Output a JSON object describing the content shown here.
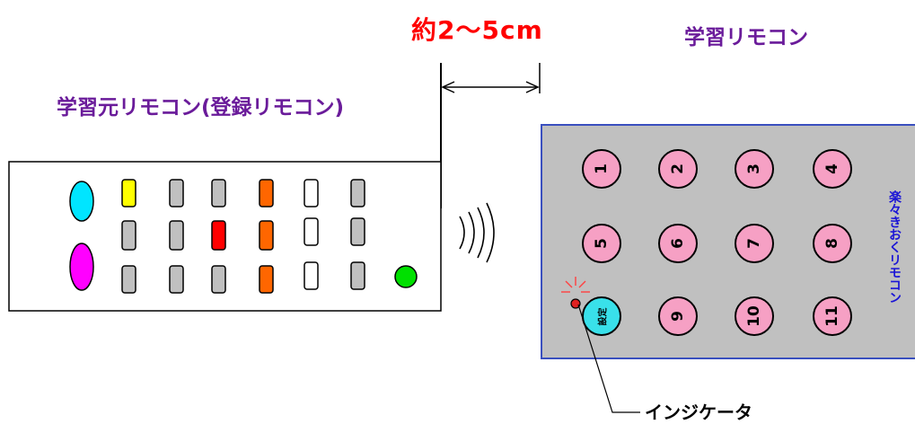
{
  "labels": {
    "distance": "約2～5cm",
    "learning_remote": "学習リモコン",
    "source_remote": "学習元リモコン(登録リモコン)",
    "indicator": "インジケータ",
    "side_text": "楽々きおくリモコン"
  },
  "learning_remote": {
    "buttons": [
      "1",
      "2",
      "3",
      "4",
      "5",
      "6",
      "7",
      "8",
      "9",
      "10",
      "11"
    ],
    "setting_button": "設定"
  },
  "colors": {
    "title_purple": "#6a1b9a",
    "distance_red": "#ff0000",
    "side_text_blue": "#1a14d6",
    "remote_body": "#c0c0c0",
    "remote_border": "#3a4fbf",
    "button_pink": "#f6a0c4",
    "setting_cyan": "#39e0ea",
    "indicator_red": "#e02020"
  }
}
